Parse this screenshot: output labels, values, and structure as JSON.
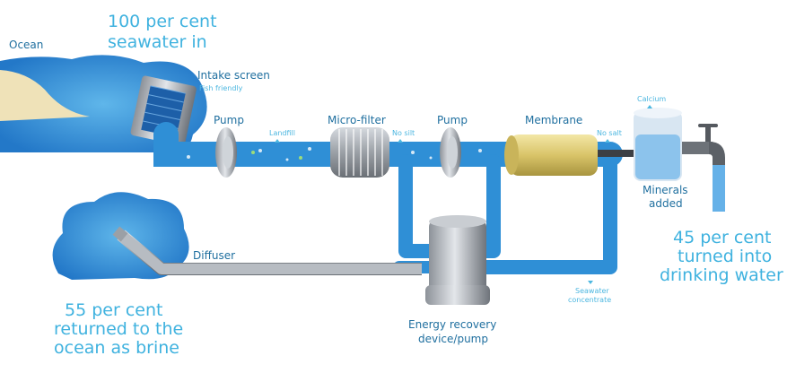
{
  "labels": {
    "ocean": "Ocean",
    "seawater_in": [
      "100 per cent",
      "seawater in"
    ],
    "intake_screen": "Intake screen",
    "fish_friendly": "Fish friendly",
    "pump1": "Pump",
    "landfill": "Landfill",
    "micro_filter": "Micro-filter",
    "no_silt": "No silt",
    "pump2": "Pump",
    "membrane": "Membrane",
    "no_salt": "No salt",
    "calcium": "Calcium",
    "minerals_added": [
      "Minerals",
      "added"
    ],
    "drinking_water": [
      "45 per cent",
      "turned into",
      "drinking water"
    ],
    "diffuser": "Diffuser",
    "brine": [
      "55 per cent",
      "returned to the",
      "ocean as brine"
    ],
    "energy_recovery": [
      "Energy recovery",
      "device/pump"
    ],
    "seawater_concentrate": [
      "Seawater",
      "concentrate"
    ]
  },
  "colors": {
    "water": "#2f8fd6",
    "big_text": "#3fb2df",
    "label_text": "#1f6f9f",
    "membrane": "#e2cf7a"
  }
}
